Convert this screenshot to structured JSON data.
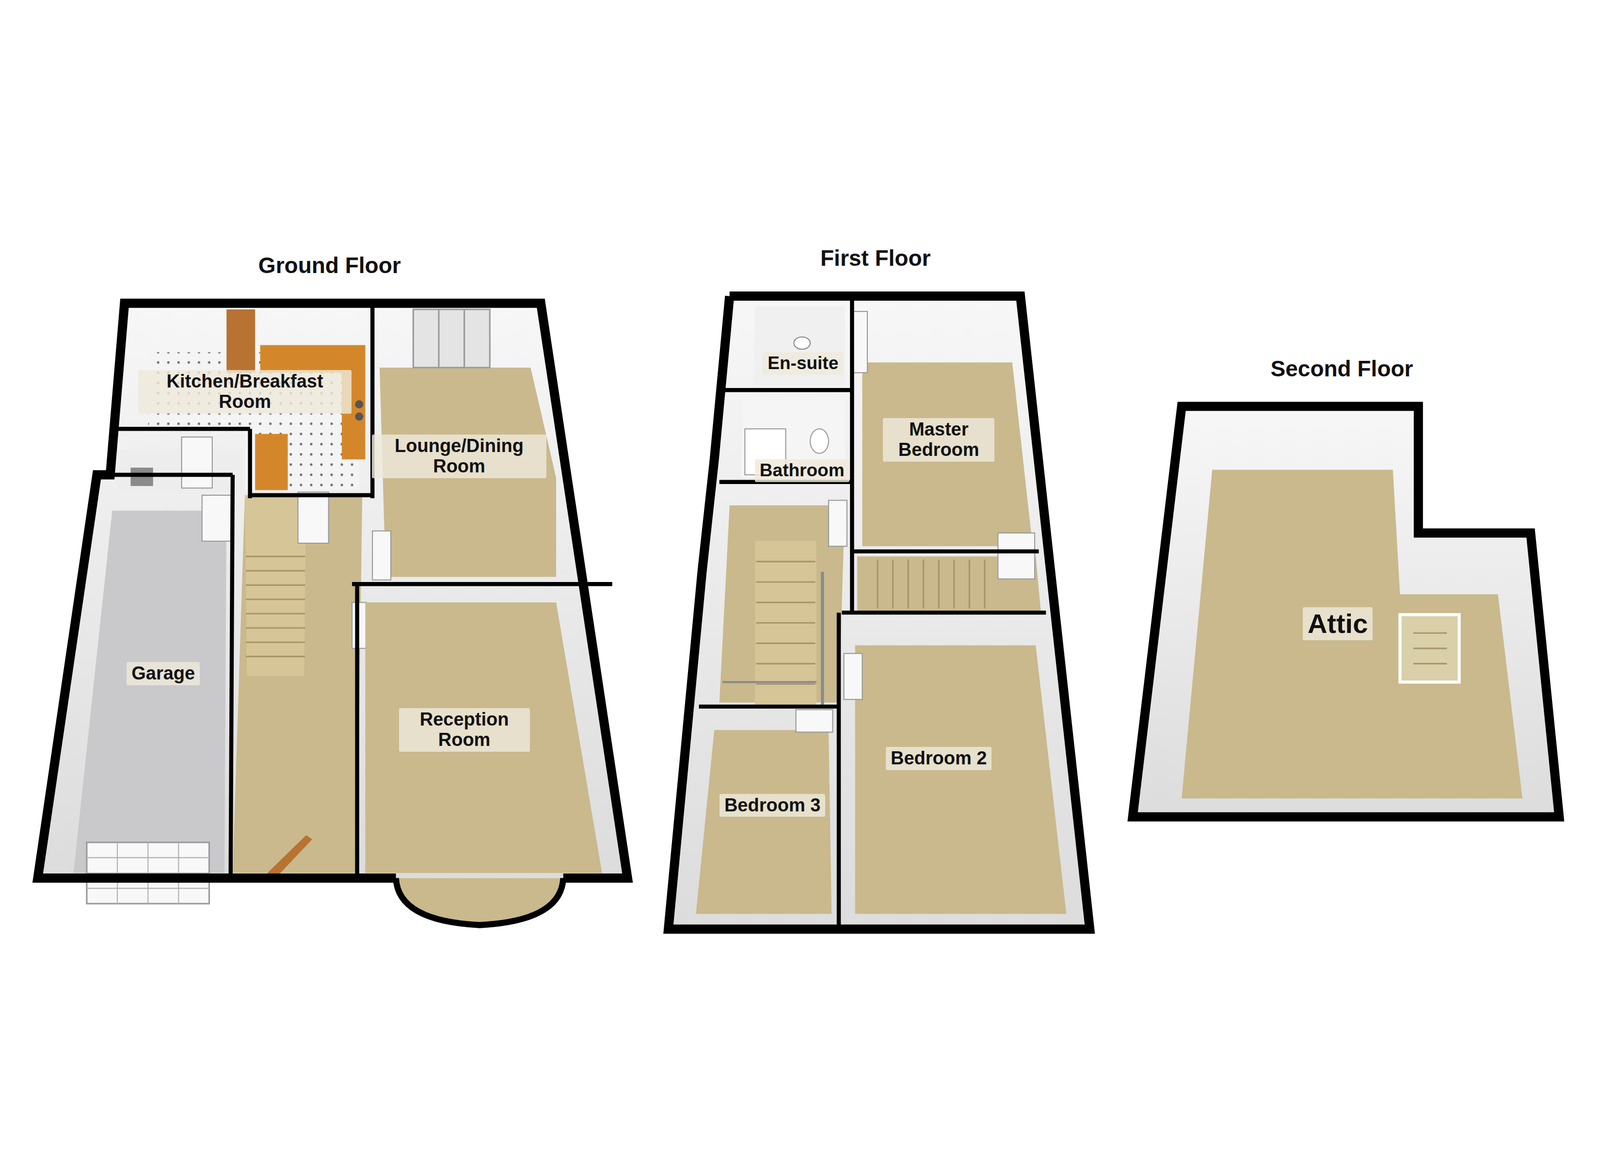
{
  "diagram": {
    "nodes": [
      {
        "text": [
          "Kitchen/Breakfast Room"
        ]
      },
      {
        "text": [
          "Lounge/Dining Room"
        ]
      },
      {
        "text": [
          "Garage"
        ]
      },
      {
        "text": [
          "Reception Room"
        ]
      },
      {
        "text": [
          "En-suite"
        ]
      },
      {
        "text": [
          "Master Bedroom"
        ]
      },
      {
        "text": [
          "Bathroom"
        ]
      },
      {
        "text": [
          "Bedroom 2"
        ]
      },
      {
        "text": [
          "Bedroom 3"
        ]
      },
      {
        "text": [
          "Attic"
        ]
      }
    ],
    "labels": [
      "Ground Floor",
      "First Floor",
      "Second Floor"
    ]
  }
}
